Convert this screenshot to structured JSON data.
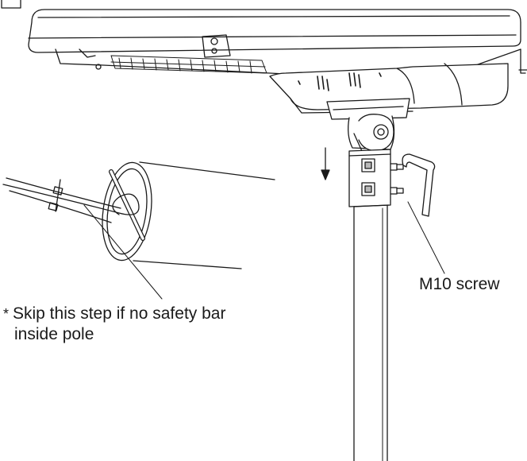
{
  "labels": {
    "screw": "M10 screw",
    "note_marker": "*",
    "note_line1": "Skip this step if no safety bar",
    "note_line2": "inside pole"
  },
  "colors": {
    "stroke": "#1a1a1a",
    "background": "#ffffff",
    "shade": "#b8b8b8"
  }
}
